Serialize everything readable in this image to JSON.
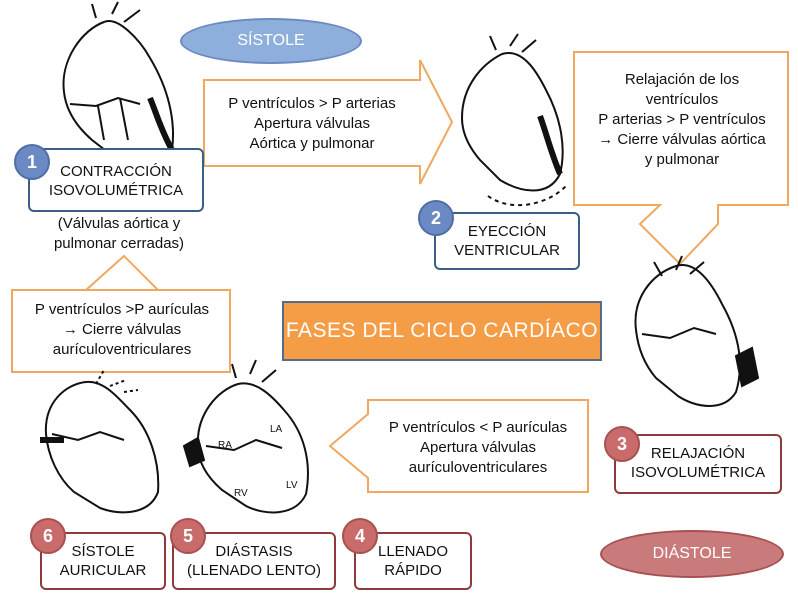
{
  "ovals": {
    "systole": "SÍSTOLE",
    "diastole": "DIÁSTOLE"
  },
  "title": "FASES DEL CICLO CARDÍACO",
  "phases": [
    {
      "number": "1",
      "line1": "CONTRACCIÓN",
      "line2": "ISOVOLUMÉTRICA"
    },
    {
      "number": "2",
      "line1": "EYECCIÓN",
      "line2": "VENTRICULAR"
    },
    {
      "number": "3",
      "line1": "RELAJACIÓN",
      "line2": "ISOVOLUMÉTRICA"
    },
    {
      "number": "4",
      "line1": "LLENADO",
      "line2": "RÁPIDO"
    },
    {
      "number": "5",
      "line1": "DIÁSTASIS",
      "line2": "(LLENADO LENTO)"
    },
    {
      "number": "6",
      "line1": "SÍSTOLE",
      "line2": "AURICULAR"
    }
  ],
  "phase1_note": {
    "line1": "(Válvulas aórtica  y",
    "line2": "pulmonar cerradas)"
  },
  "notes": {
    "top_middle": [
      "P ventrículos > P arterias",
      "Apertura válvulas",
      "Aórtica y pulmonar"
    ],
    "top_right": [
      "Relajación de los",
      "ventrículos",
      "P arterias > P ventrículos",
      "→ Cierre válvulas aórtica",
      "y pulmonar"
    ],
    "left_middle": [
      "P ventrículos >P aurículas",
      "→ Cierre  válvulas",
      "aurículoventriculares"
    ],
    "bottom_middle": [
      "P ventrículos < P aurículas",
      "Apertura válvulas",
      "aurículoventriculares"
    ]
  },
  "heart_labels": {
    "ra": "RA",
    "la": "LA",
    "rv": "RV",
    "lv": "LV"
  },
  "colors": {
    "arrow_border": "#f0a860",
    "blue_box_border": "#3a5f85",
    "red_box_border": "#8e3a3a",
    "systole_oval": "#8eaedc",
    "diastole_oval": "#c97a7a",
    "title_fill": "#f59c46"
  }
}
